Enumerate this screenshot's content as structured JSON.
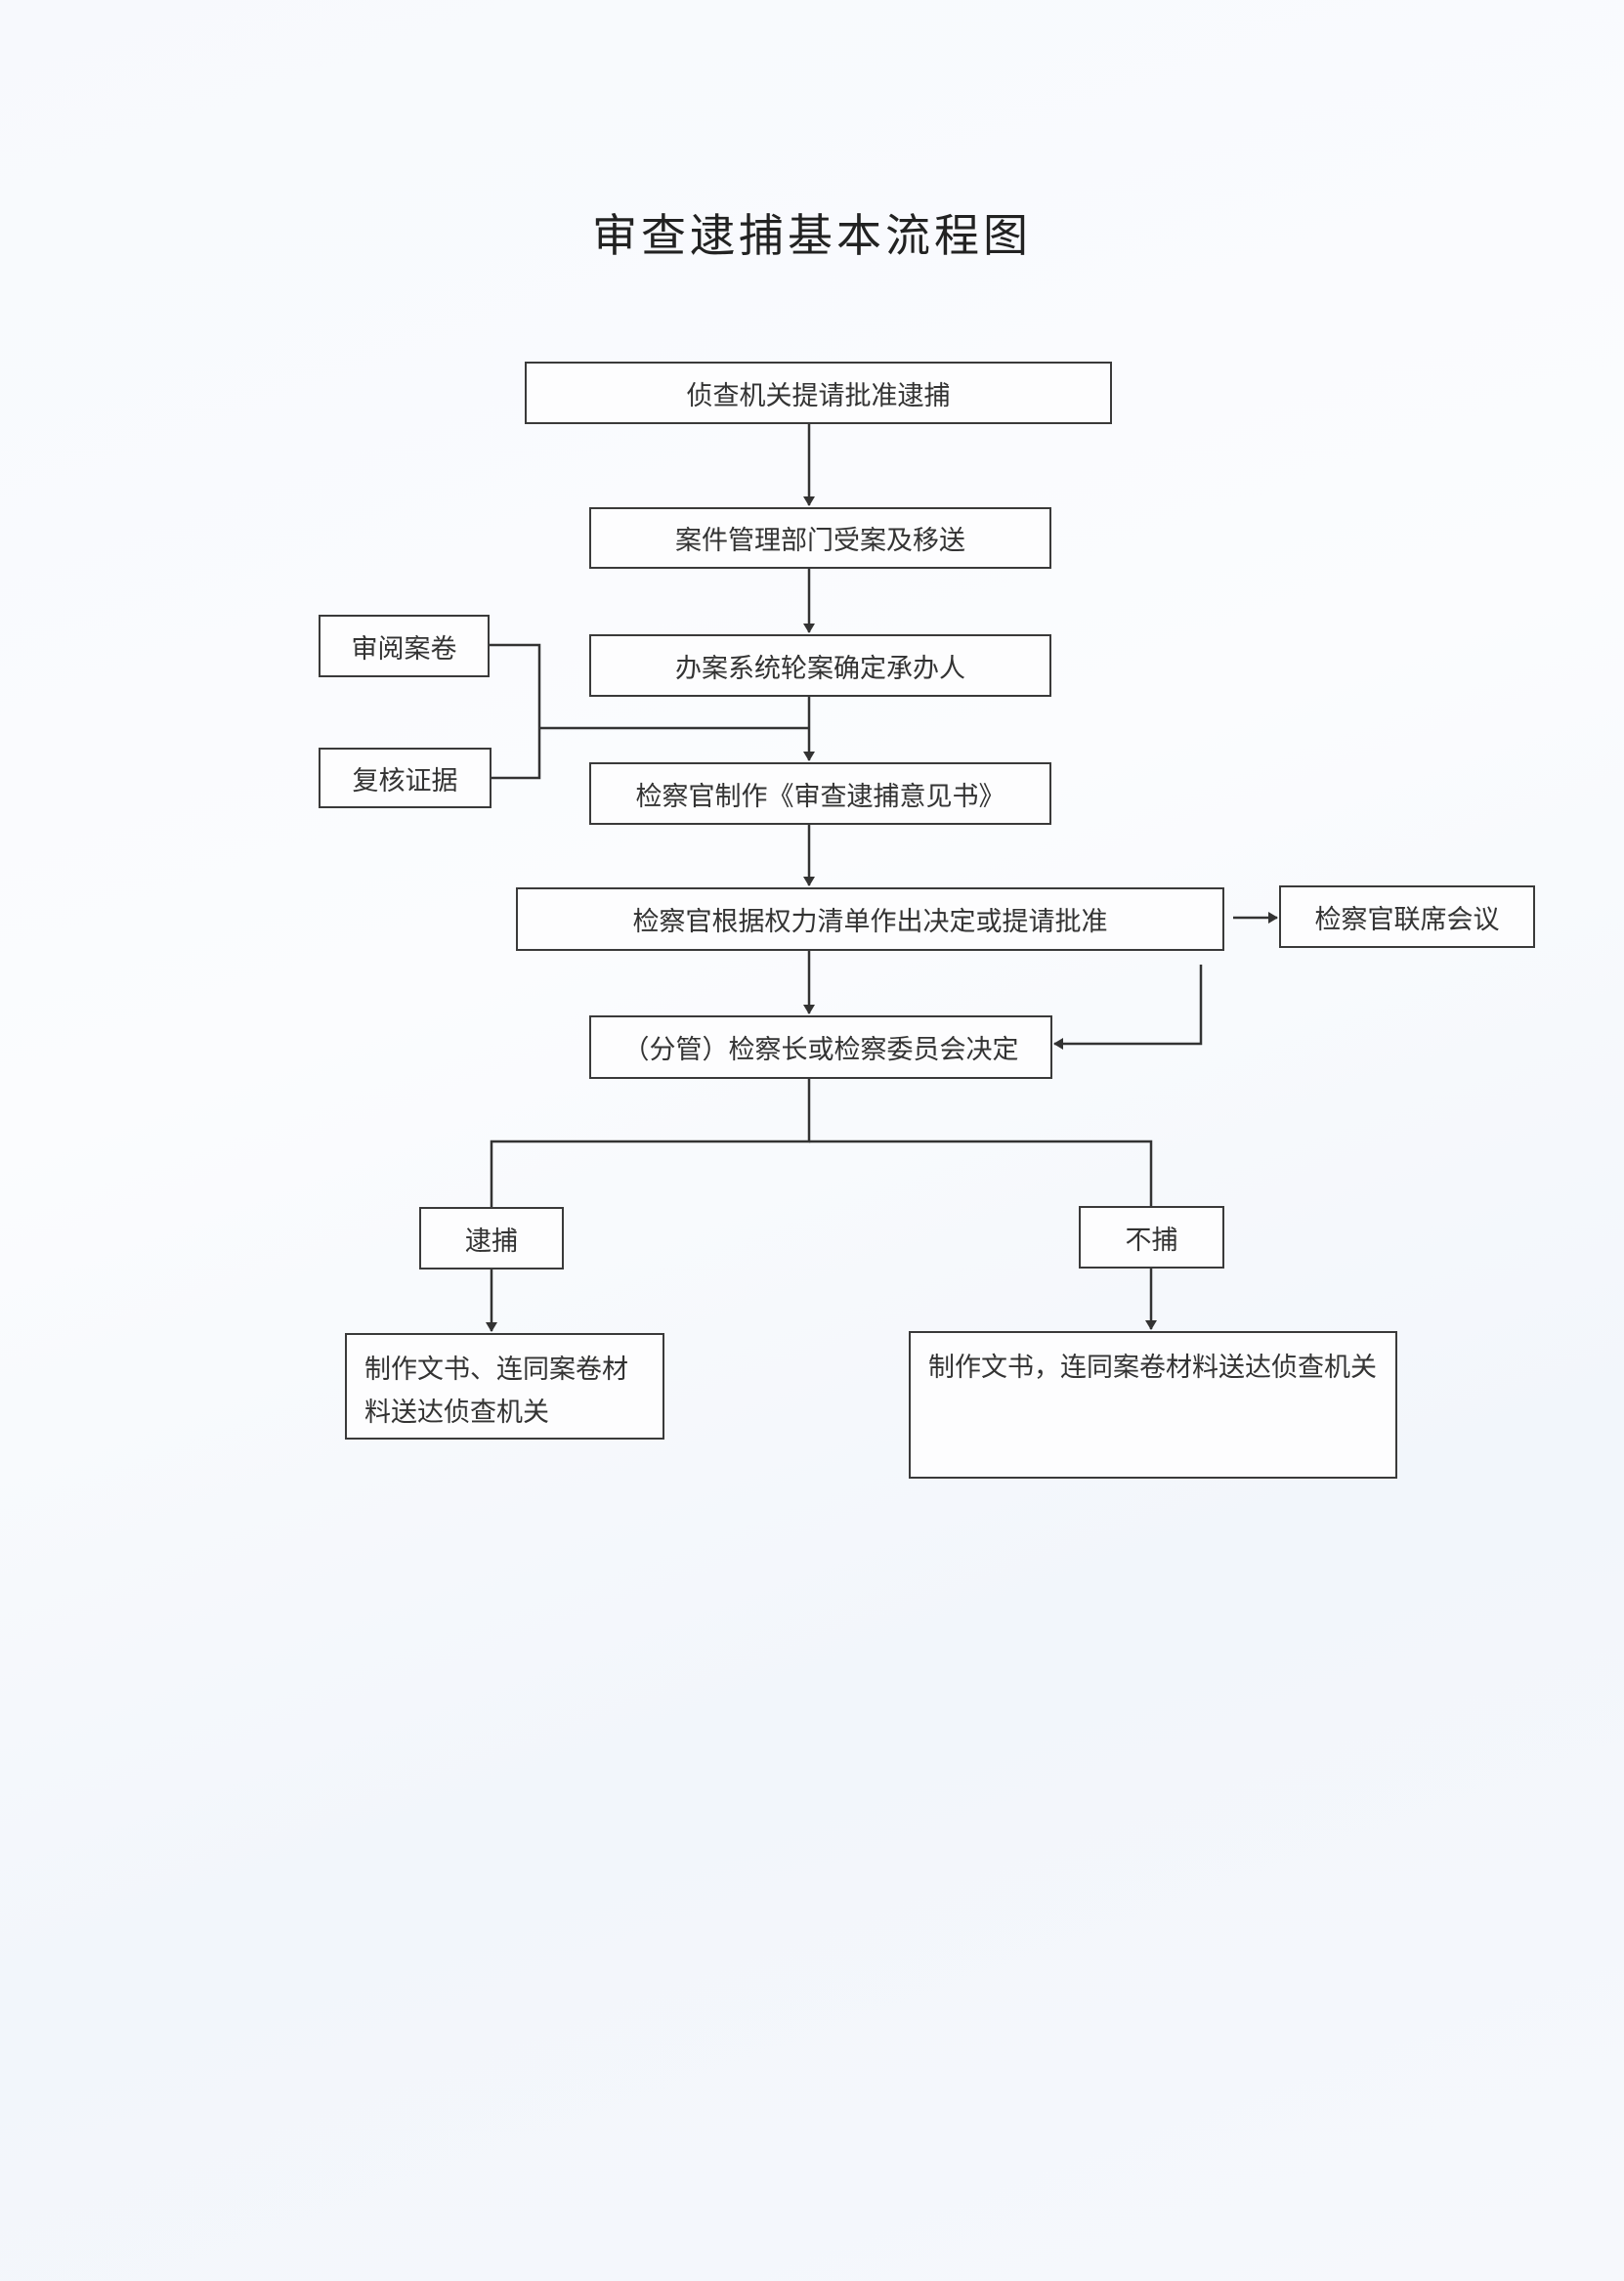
{
  "title": "审查逮捕基本流程图",
  "nodes": {
    "request": "侦查机关提请批准逮捕",
    "intake": "案件管理部门受案及移送",
    "assign": "办案系统轮案确定承办人",
    "review_files": "审阅案卷",
    "verify_evidence": "复核证据",
    "opinion": "检察官制作《审查逮捕意见书》",
    "decide": "检察官根据权力清单作出决定或提请批准",
    "joint_meeting": "检察官联席会议",
    "chief_decision": "（分管）检察长或检察委员会决定",
    "arrest": "逮捕",
    "no_arrest": "不捕",
    "arrest_result": "制作文书、连同案卷材料送达侦查机关",
    "no_arrest_result": "制作文书，连同案卷材料送达侦查机关"
  }
}
